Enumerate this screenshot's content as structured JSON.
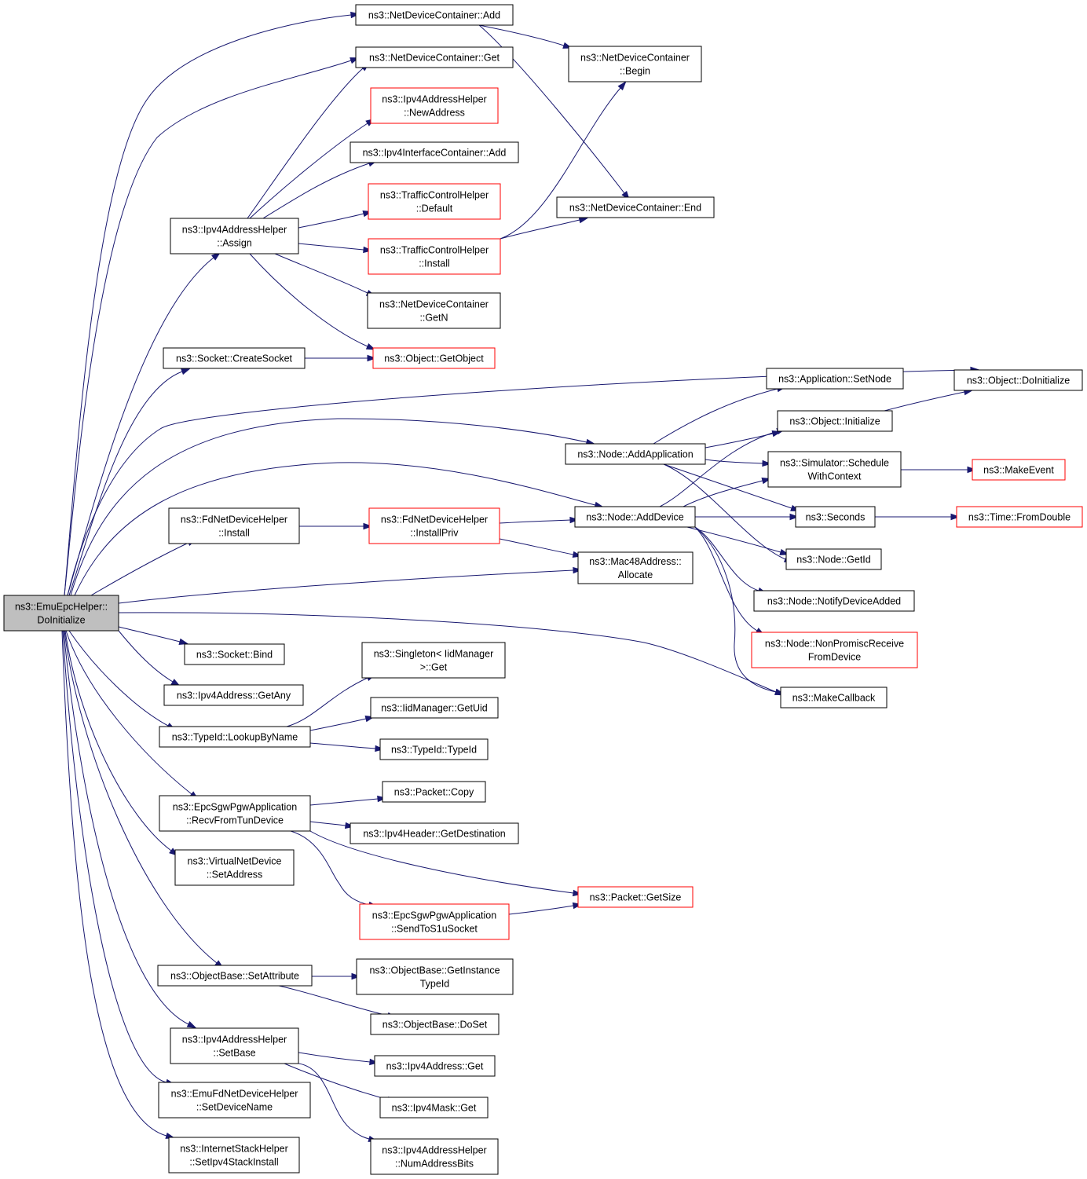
{
  "nodes": [
    {
      "id": "root",
      "lines": [
        "ns3::EmuEpcHelper::",
        "DoInitialize"
      ],
      "style": "root"
    },
    {
      "id": "ndc_add",
      "lines": [
        "ns3::NetDeviceContainer::Add"
      ],
      "style": "normal"
    },
    {
      "id": "ndc_get",
      "lines": [
        "ns3::NetDeviceContainer::Get"
      ],
      "style": "normal"
    },
    {
      "id": "ndc_begin",
      "lines": [
        "ns3::NetDeviceContainer",
        "::Begin"
      ],
      "style": "normal"
    },
    {
      "id": "ipv4ah_newaddr",
      "lines": [
        "ns3::Ipv4AddressHelper",
        "::NewAddress"
      ],
      "style": "red"
    },
    {
      "id": "ipv4ic_add",
      "lines": [
        "ns3::Ipv4InterfaceContainer::Add"
      ],
      "style": "normal"
    },
    {
      "id": "tch_default",
      "lines": [
        "ns3::TrafficControlHelper",
        "::Default"
      ],
      "style": "red"
    },
    {
      "id": "ndc_end",
      "lines": [
        "ns3::NetDeviceContainer::End"
      ],
      "style": "normal"
    },
    {
      "id": "ipv4ah_assign",
      "lines": [
        "ns3::Ipv4AddressHelper",
        "::Assign"
      ],
      "style": "normal"
    },
    {
      "id": "tch_install",
      "lines": [
        "ns3::TrafficControlHelper",
        "::Install"
      ],
      "style": "red"
    },
    {
      "id": "ndc_getn",
      "lines": [
        "ns3::NetDeviceContainer",
        "::GetN"
      ],
      "style": "normal"
    },
    {
      "id": "socket_create",
      "lines": [
        "ns3::Socket::CreateSocket"
      ],
      "style": "normal"
    },
    {
      "id": "obj_getobject",
      "lines": [
        "ns3::Object::GetObject"
      ],
      "style": "red"
    },
    {
      "id": "app_setnode",
      "lines": [
        "ns3::Application::SetNode"
      ],
      "style": "normal"
    },
    {
      "id": "obj_doinit",
      "lines": [
        "ns3::Object::DoInitialize"
      ],
      "style": "normal"
    },
    {
      "id": "obj_initialize",
      "lines": [
        "ns3::Object::Initialize"
      ],
      "style": "normal"
    },
    {
      "id": "node_addapp",
      "lines": [
        "ns3::Node::AddApplication"
      ],
      "style": "normal"
    },
    {
      "id": "sim_schedule",
      "lines": [
        "ns3::Simulator::Schedule",
        "WithContext"
      ],
      "style": "normal"
    },
    {
      "id": "makeevent",
      "lines": [
        "ns3::MakeEvent"
      ],
      "style": "red"
    },
    {
      "id": "fdndh_install",
      "lines": [
        "ns3::FdNetDeviceHelper",
        "::Install"
      ],
      "style": "normal"
    },
    {
      "id": "fdndh_installpriv",
      "lines": [
        "ns3::FdNetDeviceHelper",
        "::InstallPriv"
      ],
      "style": "red"
    },
    {
      "id": "node_adddevice",
      "lines": [
        "ns3::Node::AddDevice"
      ],
      "style": "normal"
    },
    {
      "id": "seconds",
      "lines": [
        "ns3::Seconds"
      ],
      "style": "normal"
    },
    {
      "id": "time_fromdouble",
      "lines": [
        "ns3::Time::FromDouble"
      ],
      "style": "red"
    },
    {
      "id": "node_getid",
      "lines": [
        "ns3::Node::GetId"
      ],
      "style": "normal"
    },
    {
      "id": "mac48_alloc",
      "lines": [
        "ns3::Mac48Address::",
        "Allocate"
      ],
      "style": "normal"
    },
    {
      "id": "node_notify",
      "lines": [
        "ns3::Node::NotifyDeviceAdded"
      ],
      "style": "normal"
    },
    {
      "id": "node_nonpromisc",
      "lines": [
        "ns3::Node::NonPromiscReceive",
        "FromDevice"
      ],
      "style": "red"
    },
    {
      "id": "socket_bind",
      "lines": [
        "ns3::Socket::Bind"
      ],
      "style": "normal"
    },
    {
      "id": "singleton_get",
      "lines": [
        "ns3::Singleton< IidManager",
        ">::Get"
      ],
      "style": "normal"
    },
    {
      "id": "makecallback",
      "lines": [
        "ns3::MakeCallback"
      ],
      "style": "normal"
    },
    {
      "id": "ipv4addr_getany",
      "lines": [
        "ns3::Ipv4Address::GetAny"
      ],
      "style": "normal"
    },
    {
      "id": "iidmgr_getuid",
      "lines": [
        "ns3::IidManager::GetUid"
      ],
      "style": "normal"
    },
    {
      "id": "typeid_lookup",
      "lines": [
        "ns3::TypeId::LookupByName"
      ],
      "style": "normal"
    },
    {
      "id": "typeid_typeid",
      "lines": [
        "ns3::TypeId::TypeId"
      ],
      "style": "normal"
    },
    {
      "id": "packet_copy",
      "lines": [
        "ns3::Packet::Copy"
      ],
      "style": "normal"
    },
    {
      "id": "epc_recv",
      "lines": [
        "ns3::EpcSgwPgwApplication",
        "::RecvFromTunDevice"
      ],
      "style": "normal"
    },
    {
      "id": "ipv4hdr_getdest",
      "lines": [
        "ns3::Ipv4Header::GetDestination"
      ],
      "style": "normal"
    },
    {
      "id": "vnd_setaddr",
      "lines": [
        "ns3::VirtualNetDevice",
        "::SetAddress"
      ],
      "style": "normal"
    },
    {
      "id": "packet_getsize",
      "lines": [
        "ns3::Packet::GetSize"
      ],
      "style": "red"
    },
    {
      "id": "epc_sendtos1u",
      "lines": [
        "ns3::EpcSgwPgwApplication",
        "::SendToS1uSocket"
      ],
      "style": "red"
    },
    {
      "id": "objbase_setattr",
      "lines": [
        "ns3::ObjectBase::SetAttribute"
      ],
      "style": "normal"
    },
    {
      "id": "objbase_getinst",
      "lines": [
        "ns3::ObjectBase::GetInstance",
        "TypeId"
      ],
      "style": "normal"
    },
    {
      "id": "objbase_doset",
      "lines": [
        "ns3::ObjectBase::DoSet"
      ],
      "style": "normal"
    },
    {
      "id": "ipv4ah_setbase",
      "lines": [
        "ns3::Ipv4AddressHelper",
        "::SetBase"
      ],
      "style": "normal"
    },
    {
      "id": "ipv4addr_get",
      "lines": [
        "ns3::Ipv4Address::Get"
      ],
      "style": "normal"
    },
    {
      "id": "emufd_setdev",
      "lines": [
        "ns3::EmuFdNetDeviceHelper",
        "::SetDeviceName"
      ],
      "style": "normal"
    },
    {
      "id": "ipv4mask_get",
      "lines": [
        "ns3::Ipv4Mask::Get"
      ],
      "style": "normal"
    },
    {
      "id": "ish_setipv4",
      "lines": [
        "ns3::InternetStackHelper",
        "::SetIpv4StackInstall"
      ],
      "style": "normal"
    },
    {
      "id": "ipv4ah_numbits",
      "lines": [
        "ns3::Ipv4AddressHelper",
        "::NumAddressBits"
      ],
      "style": "normal"
    }
  ],
  "edges": [
    {
      "from": "root",
      "to": "ndc_add"
    },
    {
      "from": "root",
      "to": "ndc_get"
    },
    {
      "from": "root",
      "to": "ipv4ah_assign"
    },
    {
      "from": "root",
      "to": "socket_create"
    },
    {
      "from": "root",
      "to": "obj_doinit"
    },
    {
      "from": "root",
      "to": "node_addapp"
    },
    {
      "from": "root",
      "to": "node_adddevice"
    },
    {
      "from": "root",
      "to": "fdndh_install"
    },
    {
      "from": "root",
      "to": "mac48_alloc"
    },
    {
      "from": "root",
      "to": "makecallback"
    },
    {
      "from": "root",
      "to": "socket_bind"
    },
    {
      "from": "root",
      "to": "ipv4addr_getany"
    },
    {
      "from": "root",
      "to": "typeid_lookup"
    },
    {
      "from": "root",
      "to": "epc_recv"
    },
    {
      "from": "root",
      "to": "vnd_setaddr"
    },
    {
      "from": "root",
      "to": "objbase_setattr"
    },
    {
      "from": "root",
      "to": "ipv4ah_setbase"
    },
    {
      "from": "root",
      "to": "emufd_setdev"
    },
    {
      "from": "root",
      "to": "ish_setipv4"
    },
    {
      "from": "ndc_add",
      "to": "ndc_begin"
    },
    {
      "from": "ndc_add",
      "to": "ndc_end"
    },
    {
      "from": "ipv4ah_assign",
      "to": "ndc_get"
    },
    {
      "from": "ipv4ah_assign",
      "to": "ipv4ah_newaddr"
    },
    {
      "from": "ipv4ah_assign",
      "to": "ipv4ic_add"
    },
    {
      "from": "ipv4ah_assign",
      "to": "tch_default"
    },
    {
      "from": "ipv4ah_assign",
      "to": "tch_install"
    },
    {
      "from": "ipv4ah_assign",
      "to": "ndc_getn"
    },
    {
      "from": "ipv4ah_assign",
      "to": "obj_getobject"
    },
    {
      "from": "tch_install",
      "to": "ndc_begin"
    },
    {
      "from": "tch_install",
      "to": "ndc_end"
    },
    {
      "from": "socket_create",
      "to": "obj_getobject"
    },
    {
      "from": "obj_initialize",
      "to": "obj_doinit"
    },
    {
      "from": "node_addapp",
      "to": "app_setnode"
    },
    {
      "from": "node_addapp",
      "to": "obj_initialize"
    },
    {
      "from": "node_addapp",
      "to": "sim_schedule"
    },
    {
      "from": "node_addapp",
      "to": "seconds"
    },
    {
      "from": "node_addapp",
      "to": "node_getid"
    },
    {
      "from": "sim_schedule",
      "to": "makeevent"
    },
    {
      "from": "fdndh_install",
      "to": "fdndh_installpriv"
    },
    {
      "from": "fdndh_installpriv",
      "to": "node_adddevice"
    },
    {
      "from": "fdndh_installpriv",
      "to": "mac48_alloc"
    },
    {
      "from": "node_adddevice",
      "to": "obj_initialize"
    },
    {
      "from": "node_adddevice",
      "to": "sim_schedule"
    },
    {
      "from": "node_adddevice",
      "to": "seconds"
    },
    {
      "from": "node_adddevice",
      "to": "node_getid"
    },
    {
      "from": "node_adddevice",
      "to": "node_notify"
    },
    {
      "from": "node_adddevice",
      "to": "node_nonpromisc"
    },
    {
      "from": "node_adddevice",
      "to": "makecallback"
    },
    {
      "from": "seconds",
      "to": "time_fromdouble"
    },
    {
      "from": "typeid_lookup",
      "to": "singleton_get"
    },
    {
      "from": "typeid_lookup",
      "to": "iidmgr_getuid"
    },
    {
      "from": "typeid_lookup",
      "to": "typeid_typeid"
    },
    {
      "from": "epc_recv",
      "to": "packet_copy"
    },
    {
      "from": "epc_recv",
      "to": "ipv4hdr_getdest"
    },
    {
      "from": "epc_recv",
      "to": "packet_getsize"
    },
    {
      "from": "epc_recv",
      "to": "epc_sendtos1u"
    },
    {
      "from": "epc_sendtos1u",
      "to": "packet_getsize"
    },
    {
      "from": "objbase_setattr",
      "to": "objbase_getinst"
    },
    {
      "from": "objbase_setattr",
      "to": "objbase_doset"
    },
    {
      "from": "ipv4ah_setbase",
      "to": "ipv4addr_get"
    },
    {
      "from": "ipv4ah_setbase",
      "to": "ipv4mask_get"
    },
    {
      "from": "ipv4ah_setbase",
      "to": "ipv4ah_numbits"
    }
  ]
}
